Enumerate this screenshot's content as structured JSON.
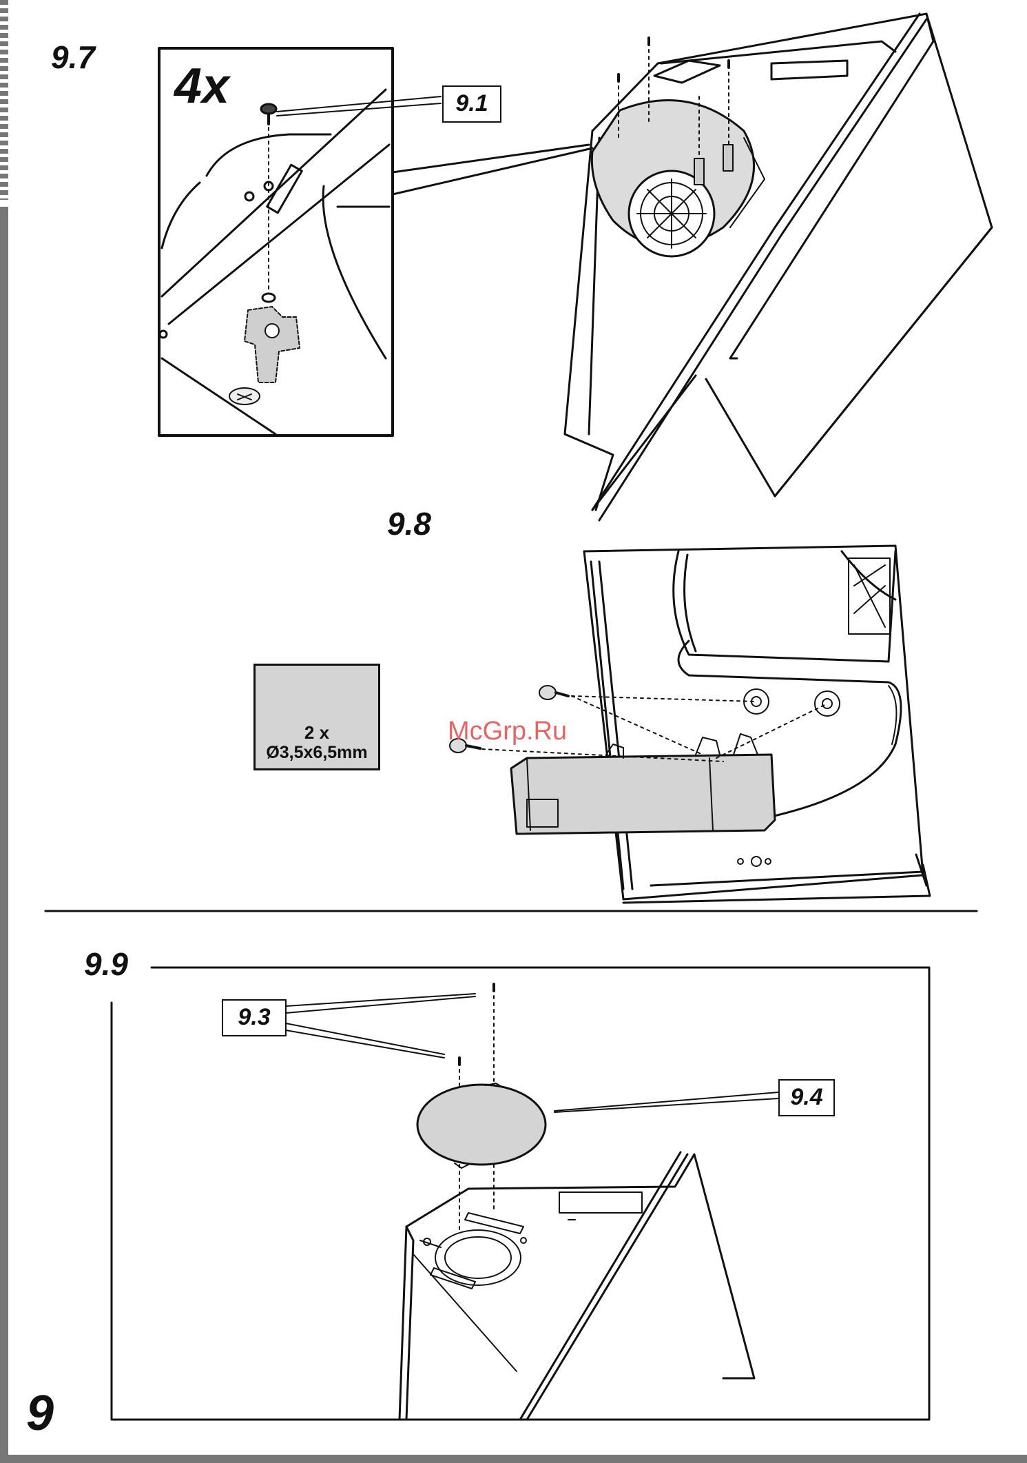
{
  "steps": {
    "s97": "9.7",
    "s98": "9.8",
    "s99": "9.9"
  },
  "detail": {
    "quantity": "4x",
    "callout": "9.1"
  },
  "screw_spec": {
    "quantity": "2 x",
    "size": "Ø3,5x6,5mm"
  },
  "callouts": {
    "c93": "9.3",
    "c94": "9.4"
  },
  "watermark": "McGrp.Ru",
  "page_number": "9",
  "colors": {
    "line": "#111111",
    "part_fill": "#d4d4d4",
    "watermark": "#e25555",
    "side_bar": "#777777"
  }
}
